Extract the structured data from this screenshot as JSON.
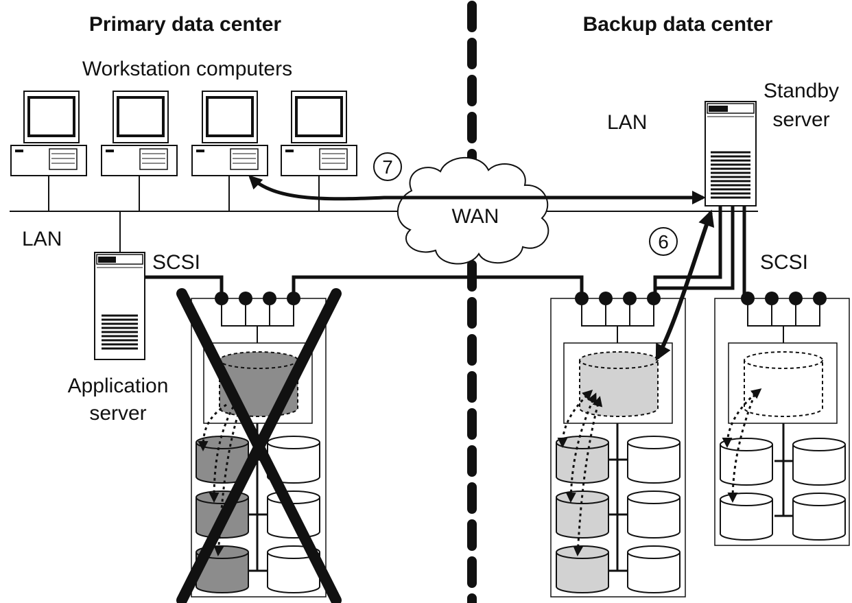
{
  "primary": {
    "title": "Primary data center",
    "workstations_label": "Workstation computers",
    "lan_label": "LAN",
    "scsi_label": "SCSI",
    "app_server_label_line1": "Application",
    "app_server_label_line2": "server"
  },
  "backup": {
    "title": "Backup data center",
    "lan_label": "LAN",
    "scsi_label": "SCSI",
    "standby_label_line1": "Standby",
    "standby_label_line2": "server"
  },
  "wan_label": "WAN",
  "steps": {
    "six": "6",
    "seven": "7"
  },
  "colors": {
    "ink": "#111111",
    "disk_dark": "#8c8c8c",
    "disk_light": "#d2d2d2",
    "disk_empty": "#ffffff"
  }
}
